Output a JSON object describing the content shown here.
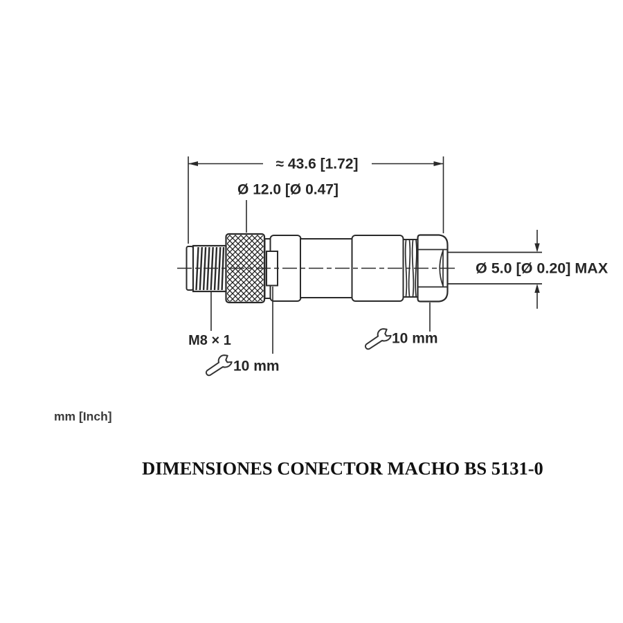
{
  "title": "DIMENSIONES CONECTOR MACHO BS 5131-0",
  "units_note": "mm [Inch]",
  "dimensions": {
    "overall_length": "≈ 43.6 [1.72]",
    "knurl_diameter": "Ø 12.0 [Ø 0.47]",
    "cable_diameter_max": "Ø 5.0 [Ø 0.20] MAX",
    "thread": "M8 × 1",
    "wrench_front": "10 mm",
    "wrench_back": "10 mm"
  },
  "icons": {
    "wrench_front": "wrench-icon",
    "wrench_back": "wrench-icon"
  },
  "colors": {
    "line": "#2a2a2a",
    "background": "#ffffff"
  }
}
